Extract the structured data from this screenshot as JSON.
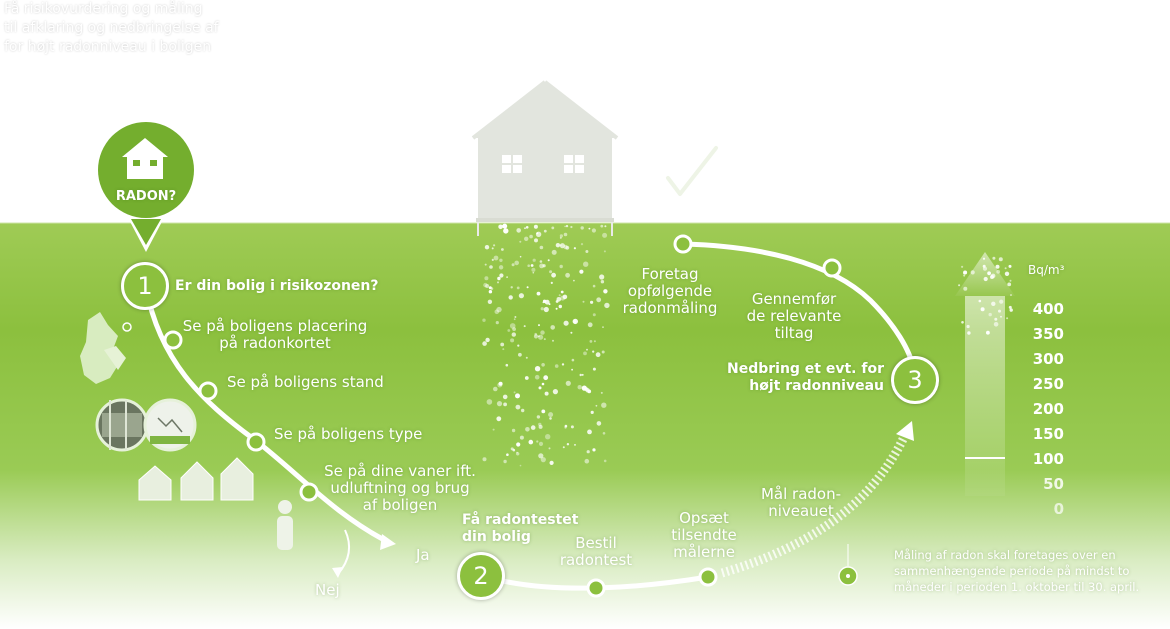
{
  "header_text": "Få risikovurdering og måling\ntil afklaring og nedbringelse af\nfor højt radonniveau i boligen",
  "callout": {
    "label": "RADON?"
  },
  "step1": {
    "number": "1",
    "title": "Er din bolig i risikozonen?",
    "items": [
      "Se på boligens placering\npå radonkortet",
      "Se på boligens stand",
      "Se på boligens type",
      "Se på dine vaner ift.\nudluftning og brug\naf boligen"
    ],
    "yes": "Ja",
    "no": "Nej"
  },
  "step2": {
    "number": "2",
    "title": "Få radontestet\ndin bolig",
    "items": [
      "Bestil\nradontest",
      "Opsæt\ntilsendte\nmålerne",
      "Mål radon-\nniveauet"
    ]
  },
  "step3": {
    "number": "3",
    "title": "Nedbring et evt. for\nhøjt radonniveau",
    "items": [
      "Foretag\nopfølgende\nradonmåling",
      "Gennemfør\nde relevante\ntiltag"
    ]
  },
  "scale": {
    "unit": "Bq/m³",
    "levels": [
      "400",
      "350",
      "300",
      "250",
      "200",
      "150",
      "100",
      "50",
      "0"
    ],
    "marker_value": 100
  },
  "note": "Måling af radon skal foretages over en\nsammenhængende periode på mindst to\nmåneder i perioden 1. oktober til 30. april.",
  "icons": [
    "house-icon",
    "denmark-map-icon",
    "wall-icon",
    "crack-icon",
    "house-type-icon",
    "person-icon",
    "checkmark-icon",
    "radiation-icon"
  ],
  "colors": {
    "green": "#8cc03e",
    "white": "#ffffff"
  }
}
